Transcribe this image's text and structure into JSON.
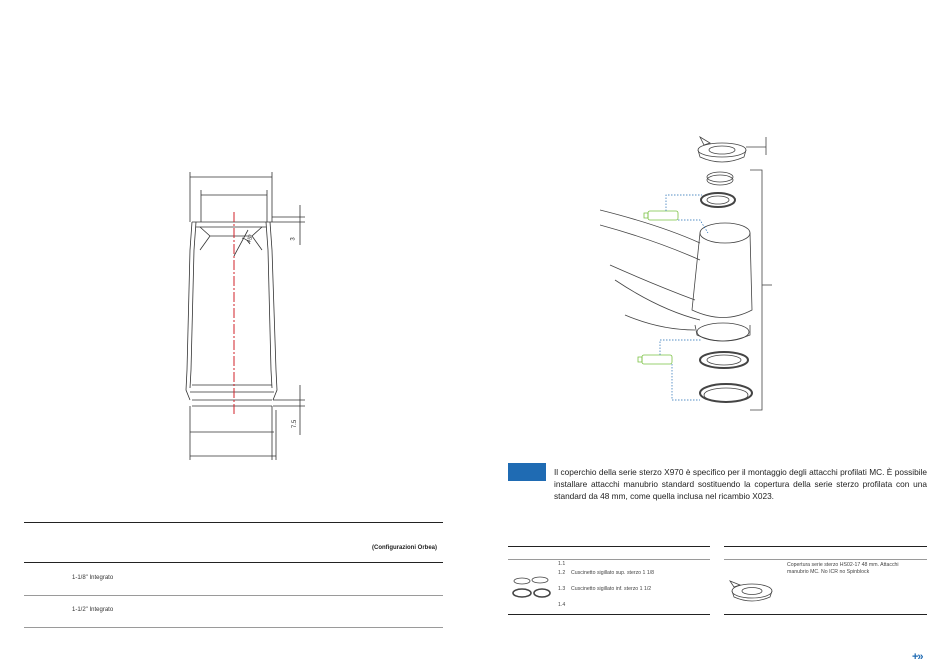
{
  "head_tube_drawing": {
    "dim_top": "3",
    "dim_bottom": "7.5",
    "angle": "45°"
  },
  "config_table": {
    "header": "(Configurazioni Orbea)",
    "rows": [
      {
        "label": "1-1/8\" Integrato"
      },
      {
        "label": "1-1/2\" Integrato"
      }
    ]
  },
  "note": {
    "text": "Il coperchio della serie sterzo X970 è specifico per il montaggio degli attacchi profilati MC. È possibile installare attacchi manubrio standard sostituendo la copertura della serie sterzo profilata con una standard da 48 mm, come quella inclusa nel ricambio X023."
  },
  "parts_left": {
    "items": [
      {
        "code": "1.1",
        "desc": ""
      },
      {
        "code": "1.2",
        "desc": "Cuscinetto sigillato sup. sterzo 1 1/8"
      },
      {
        "code": "1.3",
        "desc": "Cuscinetto sigillato inf. sterzo 1 1/2"
      },
      {
        "code": "1.4",
        "desc": ""
      }
    ]
  },
  "parts_right": {
    "desc": "Copertura serie sterzo HS02-17 48 mm. Attacchi manubrio MC. No ICR no Spinblock"
  },
  "nav": {
    "next": "+»"
  },
  "colors": {
    "accent": "#1f6bb3",
    "centerline": "#d0202a",
    "grease": "#7ac142"
  }
}
